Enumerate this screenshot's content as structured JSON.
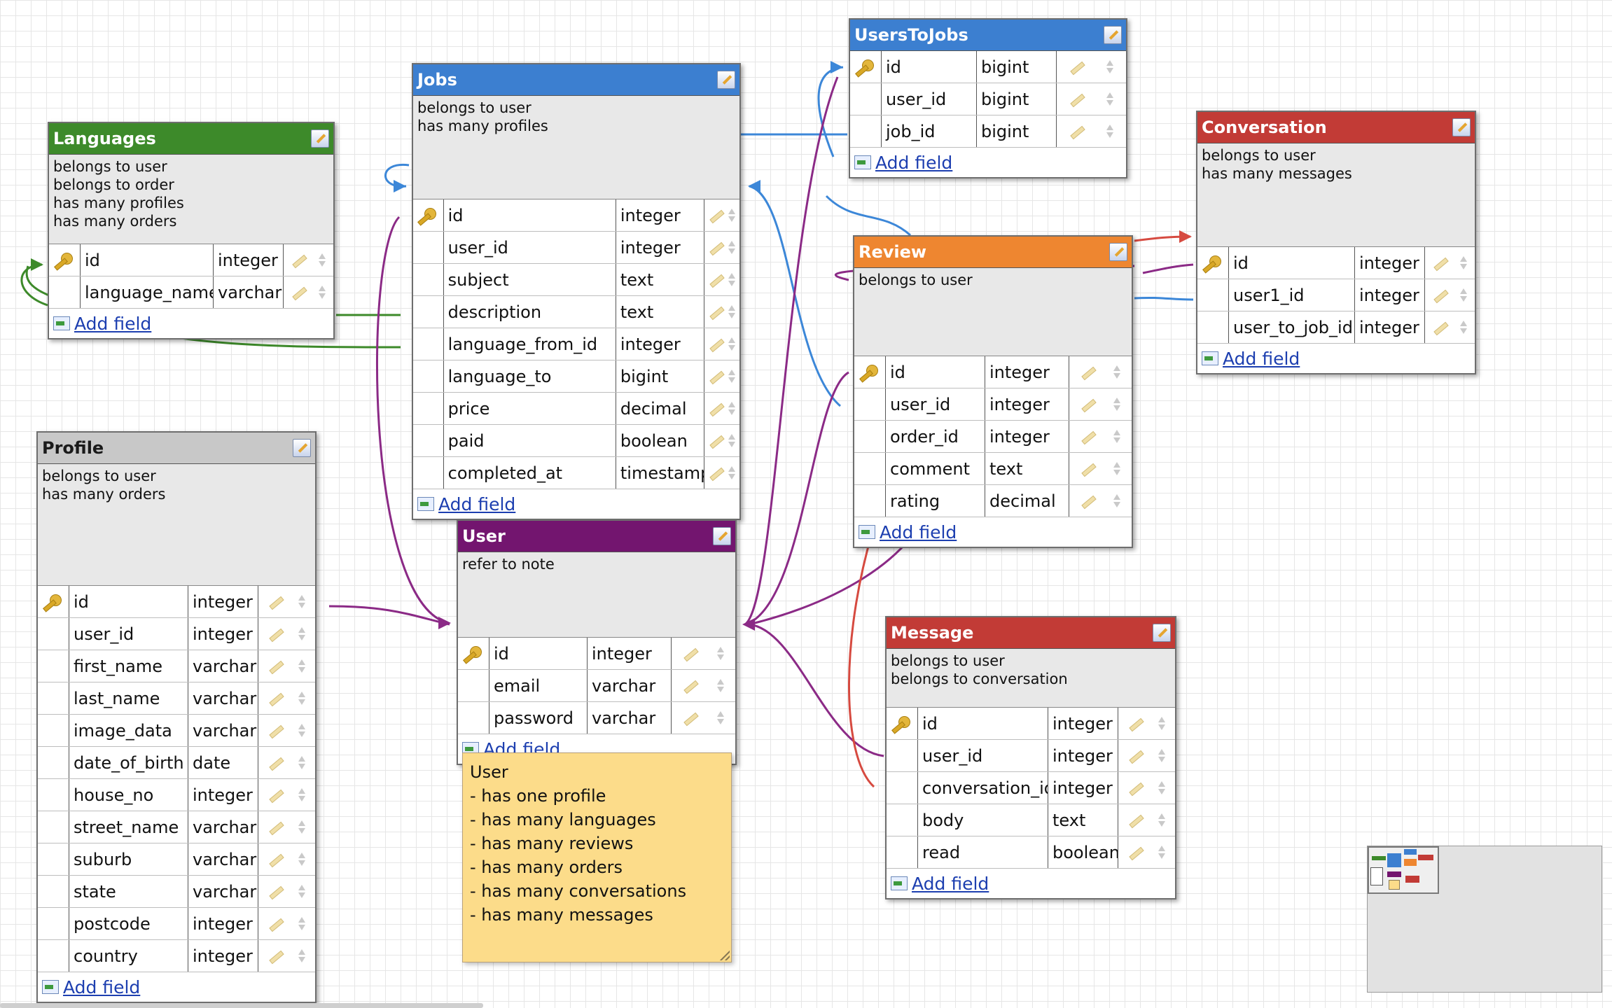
{
  "colors": {
    "jobs": "#3c7fd0",
    "users_to_jobs": "#3c7fd0",
    "languages": "#3d8a2a",
    "profile": "#c8c8c8",
    "user": "#73156f",
    "review": "#ee8630",
    "conversation": "#c23b36",
    "message": "#c23b36",
    "note": "#fcdc8a",
    "link_blue": "#3c87d8",
    "link_green": "#3d8a2a",
    "link_purple": "#8b2a86",
    "link_red": "#d64a40"
  },
  "add_field_label": "Add field",
  "tables": {
    "jobs": {
      "title": "Jobs",
      "comment": [
        "belongs to user",
        "has many profiles"
      ],
      "fields": [
        {
          "name": "id",
          "type": "integer",
          "pk": true
        },
        {
          "name": "user_id",
          "type": "integer"
        },
        {
          "name": "subject",
          "type": "text"
        },
        {
          "name": "description",
          "type": "text"
        },
        {
          "name": "language_from_id",
          "type": "integer"
        },
        {
          "name": "language_to",
          "type": "bigint"
        },
        {
          "name": "price",
          "type": "decimal"
        },
        {
          "name": "paid",
          "type": "boolean"
        },
        {
          "name": "completed_at",
          "type": "timestamp"
        }
      ]
    },
    "users_to_jobs": {
      "title": "UsersToJobs",
      "comment": [],
      "fields": [
        {
          "name": "id",
          "type": "bigint",
          "pk": true
        },
        {
          "name": "user_id",
          "type": "bigint"
        },
        {
          "name": "job_id",
          "type": "bigint"
        }
      ]
    },
    "languages": {
      "title": "Languages",
      "comment": [
        "belongs to user",
        "belongs to order",
        "has many profiles",
        "has many orders"
      ],
      "fields": [
        {
          "name": "id",
          "type": "integer",
          "pk": true
        },
        {
          "name": "language_name",
          "type": "varchar"
        }
      ]
    },
    "conversation": {
      "title": "Conversation",
      "comment": [
        "belongs to user",
        "has many messages"
      ],
      "fields": [
        {
          "name": "id",
          "type": "integer",
          "pk": true
        },
        {
          "name": "user1_id",
          "type": "integer"
        },
        {
          "name": "user_to_job_id",
          "type": "integer"
        }
      ]
    },
    "review": {
      "title": "Review",
      "comment": [
        "belongs to user"
      ],
      "fields": [
        {
          "name": "id",
          "type": "integer",
          "pk": true
        },
        {
          "name": "user_id",
          "type": "integer"
        },
        {
          "name": "order_id",
          "type": "integer"
        },
        {
          "name": "comment",
          "type": "text"
        },
        {
          "name": "rating",
          "type": "decimal"
        }
      ]
    },
    "profile": {
      "title": "Profile",
      "comment": [
        "belongs to user",
        "has many orders"
      ],
      "fields": [
        {
          "name": "id",
          "type": "integer",
          "pk": true
        },
        {
          "name": "user_id",
          "type": "integer"
        },
        {
          "name": "first_name",
          "type": "varchar"
        },
        {
          "name": "last_name",
          "type": "varchar"
        },
        {
          "name": "image_data",
          "type": "varchar"
        },
        {
          "name": "date_of_birth",
          "type": "date"
        },
        {
          "name": "house_no",
          "type": "integer"
        },
        {
          "name": "street_name",
          "type": "varchar"
        },
        {
          "name": "suburb",
          "type": "varchar"
        },
        {
          "name": "state",
          "type": "varchar"
        },
        {
          "name": "postcode",
          "type": "integer"
        },
        {
          "name": "country",
          "type": "integer"
        }
      ]
    },
    "user": {
      "title": "User",
      "comment": [
        "refer to note"
      ],
      "fields": [
        {
          "name": "id",
          "type": "integer",
          "pk": true
        },
        {
          "name": "email",
          "type": "varchar"
        },
        {
          "name": "password",
          "type": "varchar"
        }
      ]
    },
    "message": {
      "title": "Message",
      "comment": [
        "belongs to user",
        "belongs to conversation"
      ],
      "fields": [
        {
          "name": "id",
          "type": "integer",
          "pk": true
        },
        {
          "name": "user_id",
          "type": "integer"
        },
        {
          "name": "conversation_id",
          "type": "integer"
        },
        {
          "name": "body",
          "type": "text"
        },
        {
          "name": "read",
          "type": "boolean"
        }
      ]
    }
  },
  "note": {
    "lines": [
      "User",
      "- has one profile",
      "- has many languages",
      "- has many reviews",
      "- has many orders",
      "- has many conversations",
      "- has many messages"
    ]
  }
}
